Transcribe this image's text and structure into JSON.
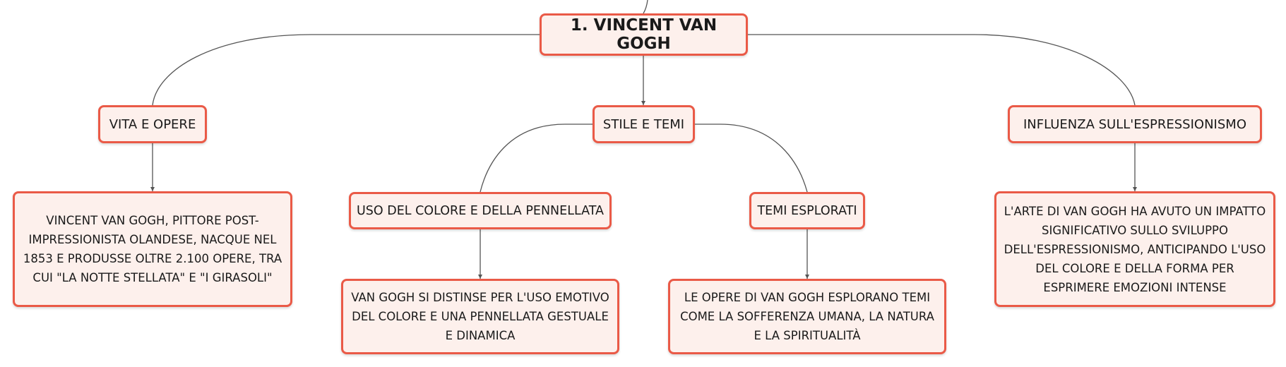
{
  "map": {
    "root": {
      "label": "1. Vincent van Gogh"
    },
    "branches": [
      {
        "label": "Vita e opere",
        "children": [
          {
            "text": "Vincent van Gogh, pittore post-impressionista olandese, nacque nel 1853 e produsse oltre 2.100 opere, tra cui \"La Notte Stellata\" e \"I Girasoli\""
          }
        ]
      },
      {
        "label": "Stile e temi",
        "children": [
          {
            "label": "Uso del colore e della pennellata",
            "children": [
              {
                "text": "Van Gogh si distinse per l'uso emotivo del colore e una pennellata gestuale e dinamica"
              }
            ]
          },
          {
            "label": "Temi esplorati",
            "children": [
              {
                "text": "Le opere di Van Gogh esplorano temi come la sofferenza umana, la natura e la spiritualità"
              }
            ]
          }
        ]
      },
      {
        "label": "Influenza sull'Espressionismo",
        "children": [
          {
            "text": "L'arte di Van Gogh ha avuto un impatto significativo sullo sviluppo dell'Espressionismo, anticipando l'uso del colore e della forma per esprimere emozioni intense"
          }
        ]
      }
    ]
  },
  "colors": {
    "node_border": "#ea5a47",
    "node_fill": "#fdf0ec",
    "connector": "#555555",
    "text": "#1a1a1a"
  }
}
